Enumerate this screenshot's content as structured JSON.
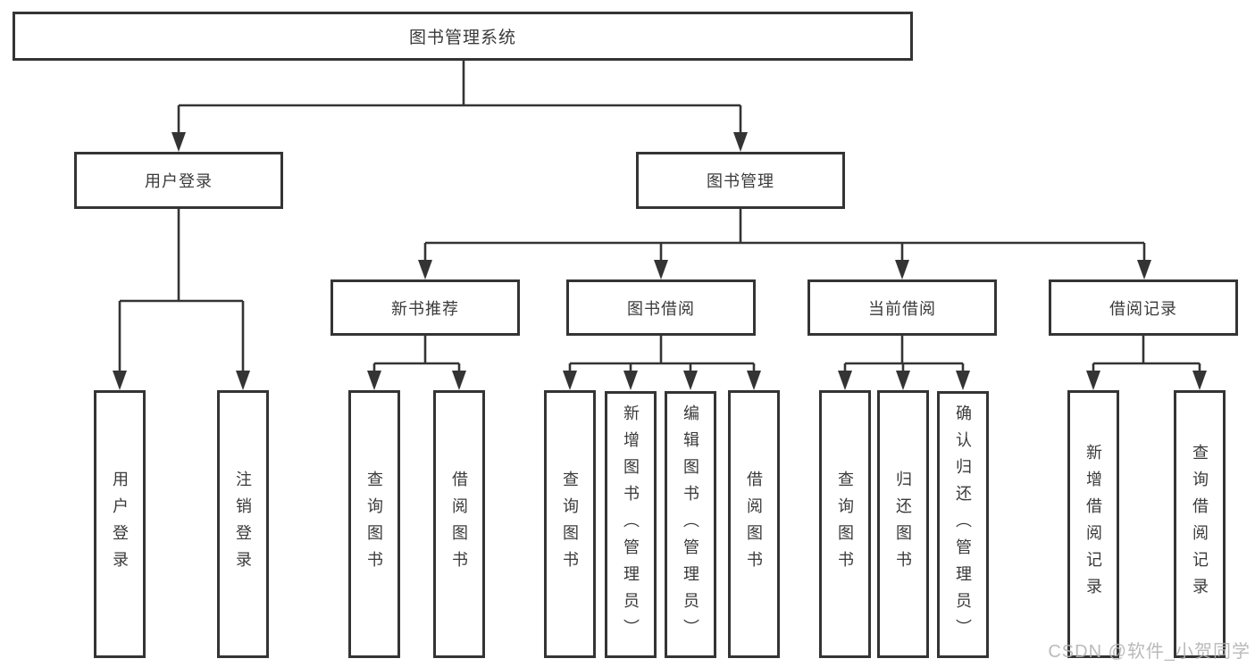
{
  "nodes": {
    "root": "图书管理系统",
    "user_login": "用户登录",
    "book_mgmt": "图书管理",
    "new_book_rec": "新书推荐",
    "book_borrow": "图书借阅",
    "current_borrow": "当前借阅",
    "borrow_record": "借阅记录",
    "leaf_user_login": "用户登录",
    "leaf_logout": "注销登录",
    "leaf_query_book_1": "查询图书",
    "leaf_borrow_book_1": "借阅图书",
    "leaf_query_book_2": "查询图书",
    "leaf_add_book": "新增图书（管理员）",
    "leaf_edit_book": "编辑图书（管理员）",
    "leaf_borrow_book_2": "借阅图书",
    "leaf_query_book_3": "查询图书",
    "leaf_return_book": "归还图书",
    "leaf_confirm_return": "确认归还（管理员）",
    "leaf_add_record": "新增借阅记录",
    "leaf_query_record": "查询借阅记录"
  },
  "watermark": "CSDN @软件_小贺同学",
  "colors": {
    "line": "#343434",
    "box_border": "#343434",
    "text": "#3a3a3a",
    "watermark": "#b2b2b2",
    "background": "#ffffff"
  }
}
